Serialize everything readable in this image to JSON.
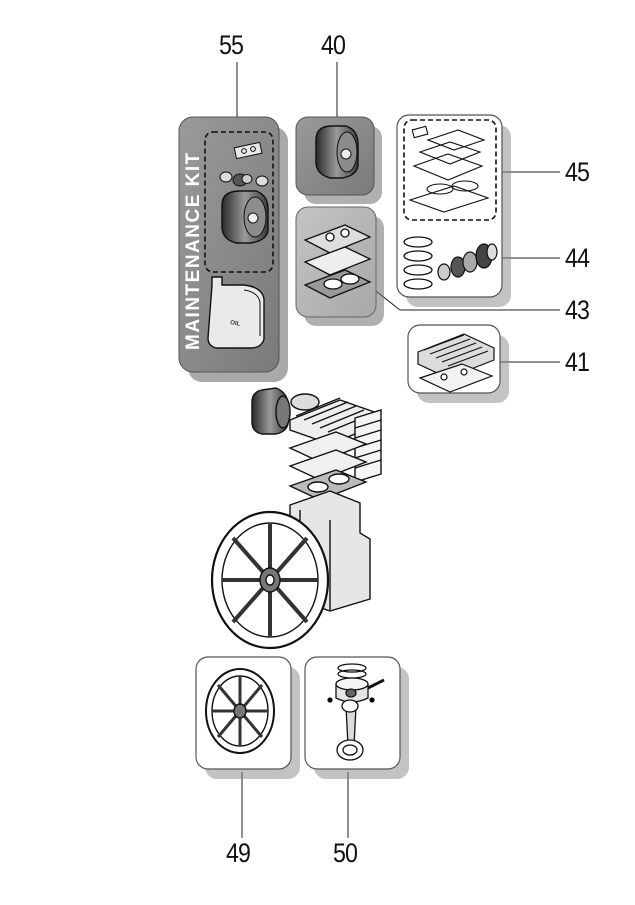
{
  "diagram": {
    "callouts": [
      {
        "id": "55",
        "label": "55"
      },
      {
        "id": "40",
        "label": "40"
      },
      {
        "id": "45",
        "label": "45"
      },
      {
        "id": "44",
        "label": "44"
      },
      {
        "id": "43",
        "label": "43"
      },
      {
        "id": "41",
        "label": "41"
      },
      {
        "id": "49",
        "label": "49"
      },
      {
        "id": "50",
        "label": "50"
      }
    ],
    "kit_label": "MAINTENANCE KIT",
    "oil_label": "OIL"
  },
  "colors": {
    "panel_dark": "#8a8a8a",
    "panel_light": "#b9b9b9",
    "line": "#1a1a1a",
    "background": "#ffffff"
  }
}
